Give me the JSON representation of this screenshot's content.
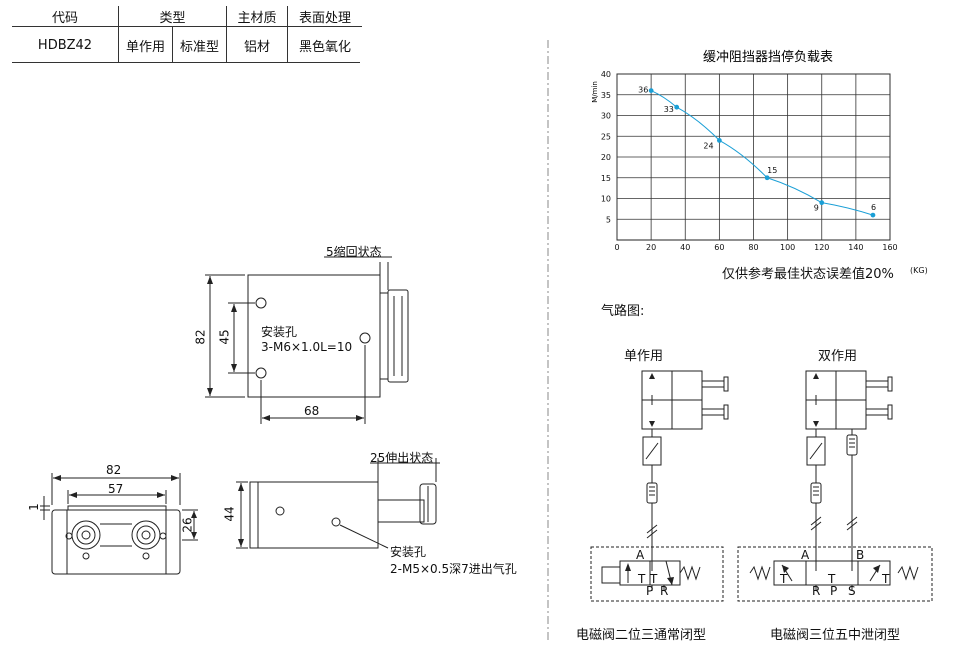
{
  "spec_table": {
    "headers": {
      "code": "代码",
      "type": "类型",
      "material": "主材质",
      "surface": "表面处理"
    },
    "row": {
      "code": "HDBZ42",
      "action": "单作用",
      "kind": "标准型",
      "material": "铝材",
      "surface": "黑色氧化"
    }
  },
  "drawing": {
    "retract_label": "5缩回状态",
    "dim_82_v": "82",
    "dim_45": "45",
    "dim_68": "68",
    "hole_label_1": "安装孔",
    "hole_label_2": "3-M6×1.0L=10",
    "dim_82_h": "82",
    "dim_57": "57",
    "dim_1": "1",
    "dim_26": "26",
    "extend_label": "25伸出状态",
    "dim_44": "44",
    "side_hole_1": "安装孔",
    "side_hole_2": "2-M5×0.5深7进出气孔"
  },
  "chart_data": {
    "type": "line",
    "title": "缓冲阻挡器挡停负载表",
    "ylabel": "M/min",
    "xlabel_unit": "(KG)",
    "x": [
      20,
      35,
      60,
      88,
      120,
      150
    ],
    "y": [
      36,
      32,
      24,
      15,
      9,
      6
    ],
    "point_labels": [
      "36",
      "33",
      "24",
      "15",
      "9",
      "6"
    ],
    "xlim": [
      0,
      160
    ],
    "ylim": [
      0,
      40
    ],
    "xticks": [
      "0",
      "20",
      "40",
      "60",
      "80",
      "100",
      "120",
      "140",
      "160"
    ],
    "yticks": [
      "5",
      "10",
      "15",
      "20",
      "25",
      "30",
      "35",
      "40"
    ],
    "grid": true,
    "note": "仅供参考最佳状态误差值20%",
    "color": "#1a9fd6"
  },
  "pneumatic": {
    "heading": "气路图:",
    "single_title": "单作用",
    "double_title": "双作用",
    "single_caption": "电磁阀二位三通常闭型",
    "double_caption": "电磁阀三位五中泄闭型",
    "port_A": "A",
    "port_B": "B",
    "port_T": "T",
    "port_P": "P",
    "port_R": "R",
    "port_S": "S"
  }
}
